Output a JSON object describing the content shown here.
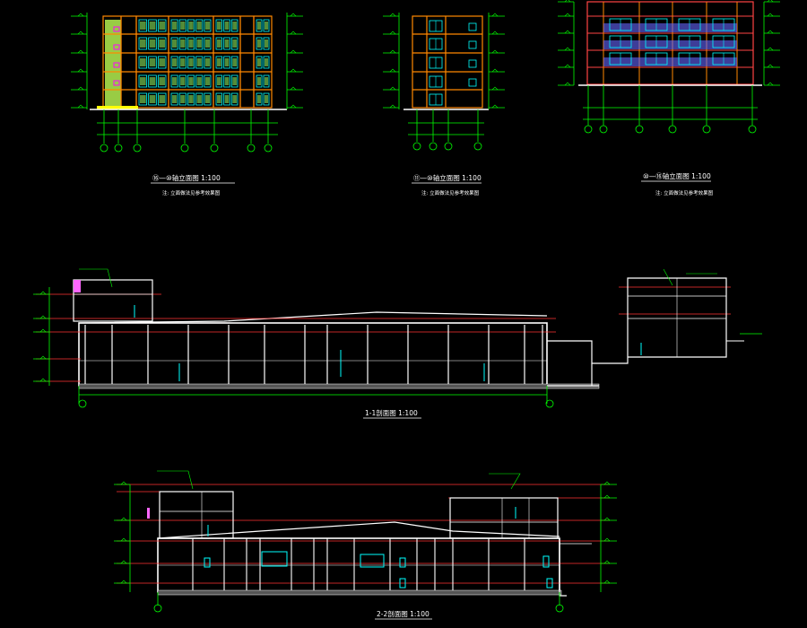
{
  "drawing": {
    "background": "#000000",
    "colors": {
      "dimension": "#00ff00",
      "floor_line": "#ff3333",
      "wall": "#ffffff",
      "window": "#00ffff",
      "column": "#ff8800",
      "panel": "#99ff66",
      "accent": "#ffff00",
      "magenta": "#ff00ff",
      "slab": "#6666ff"
    },
    "views": [
      {
        "id": "elevation-1",
        "title": "⑯—⑩轴立面图  1:100",
        "note": "注: 立面做法见参考效果图"
      },
      {
        "id": "elevation-2",
        "title": "⑪—⑩轴立面图  1:100",
        "note": "注: 立面做法见参考效果图"
      },
      {
        "id": "elevation-3",
        "title": "⑩—⑯轴立面图  1:100",
        "note": "注: 立面做法见参考效果图"
      },
      {
        "id": "section-1",
        "title": "1-1剖面图  1:100"
      },
      {
        "id": "section-2",
        "title": "2-2剖面图  1:100"
      }
    ]
  }
}
